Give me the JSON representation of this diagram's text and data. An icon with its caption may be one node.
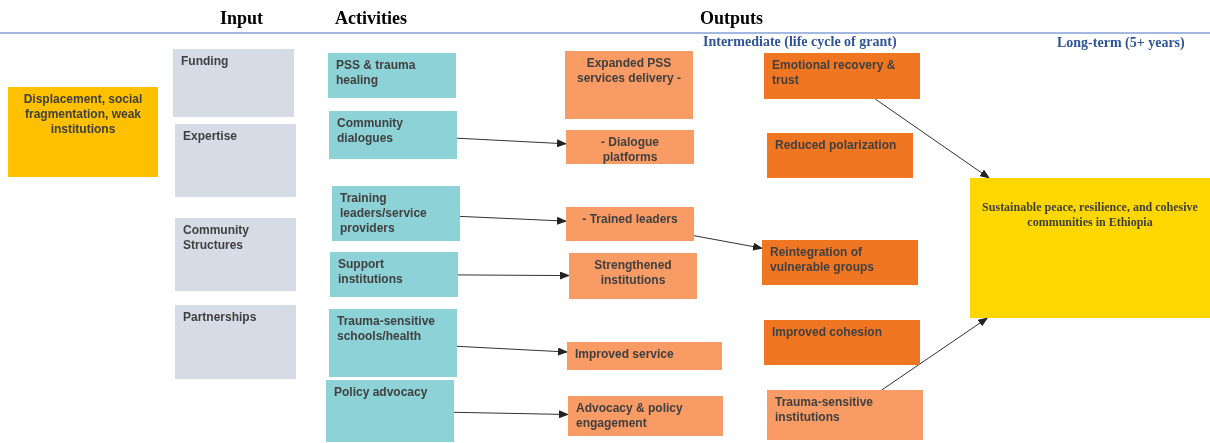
{
  "diagram": {
    "nodes": [
      {
        "text": [
          "Displacement, social fragmentation, weak institutions"
        ]
      },
      {
        "text": [
          "Funding"
        ]
      },
      {
        "text": [
          "Expertise"
        ]
      },
      {
        "text": [
          "Community Structures"
        ]
      },
      {
        "text": [
          "Partnerships"
        ]
      },
      {
        "text": [
          "PSS & trauma healing"
        ]
      },
      {
        "text": [
          "Community dialogues"
        ]
      },
      {
        "text": [
          "Training leaders/service providers"
        ]
      },
      {
        "text": [
          "Support institutions"
        ]
      },
      {
        "text": [
          "Trauma-sensitive schools/health"
        ]
      },
      {
        "text": [
          "Policy advocacy"
        ]
      },
      {
        "text": [
          "Expanded PSS services delivery -"
        ]
      },
      {
        "text": [
          "- Dialogue platforms"
        ]
      },
      {
        "text": [
          "- Trained leaders"
        ]
      },
      {
        "text": [
          "Strengthened institutions"
        ]
      },
      {
        "text": [
          "Improved service"
        ]
      },
      {
        "text": [
          "Advocacy & policy engagement"
        ]
      },
      {
        "text": [
          "Emotional recovery & trust"
        ]
      },
      {
        "text": [
          "Reduced polarization"
        ]
      },
      {
        "text": [
          "Reintegration of vulnerable groups"
        ]
      },
      {
        "text": [
          "Improved cohesion"
        ]
      },
      {
        "text": [
          "Trauma-sensitive institutions"
        ]
      },
      {
        "text": [
          "Sustainable peace, resilience, and cohesive communities in Ethiopia"
        ]
      }
    ],
    "edges": [
      {
        "from": 6,
        "to": 12,
        "arrow": "to"
      },
      {
        "from": 7,
        "to": 13,
        "arrow": "to"
      },
      {
        "from": 8,
        "to": 14,
        "arrow": "to"
      },
      {
        "from": 9,
        "to": 15,
        "arrow": "to"
      },
      {
        "from": 10,
        "to": 16,
        "arrow": "to"
      },
      {
        "from": 13,
        "to": 19,
        "arrow": "to"
      },
      {
        "from": 17,
        "to": 22,
        "arrow": "to"
      },
      {
        "from": 21,
        "to": 22,
        "arrow": "to"
      }
    ],
    "labels": [
      "Input",
      "Activities",
      "Outputs",
      "Intermediate (life cycle of grant)",
      "Long-term (5+ years)"
    ]
  }
}
